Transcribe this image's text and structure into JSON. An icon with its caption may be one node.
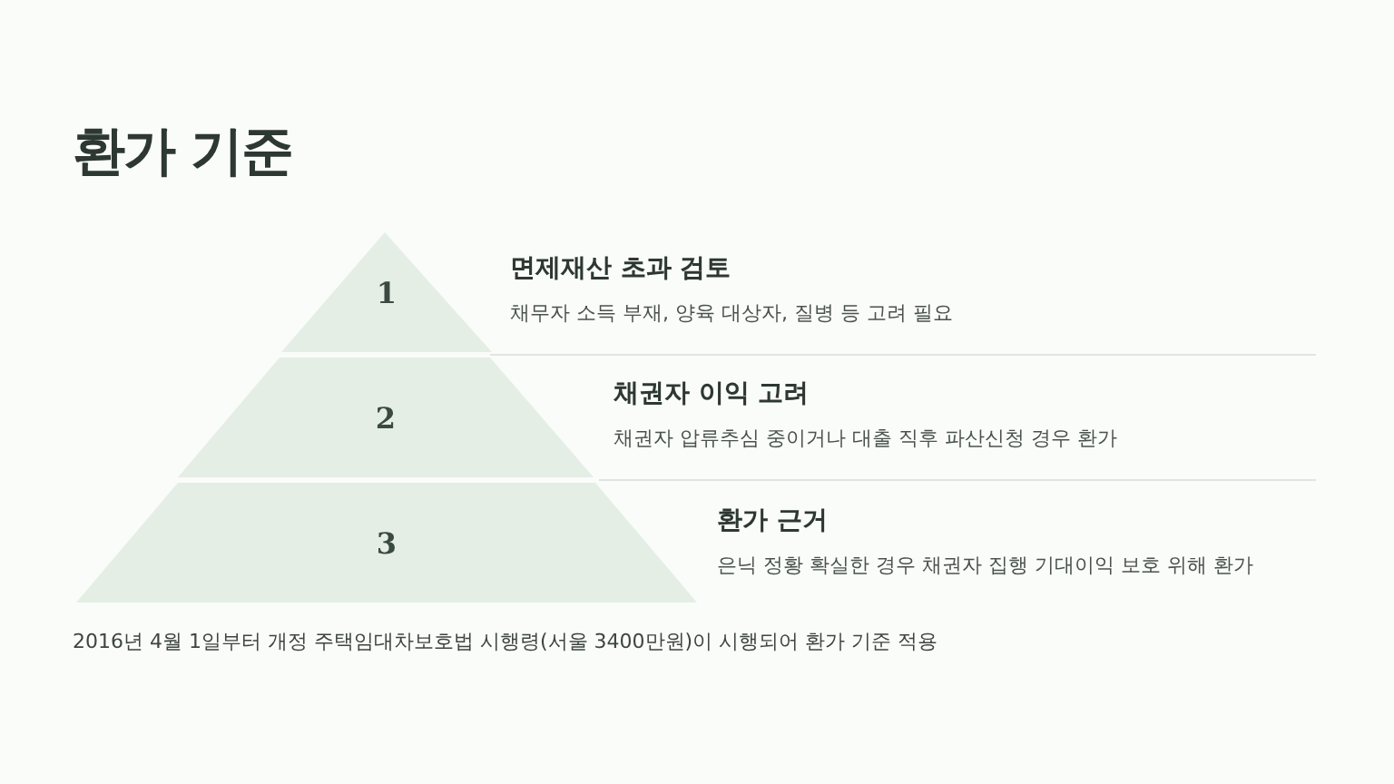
{
  "diagram": {
    "title": "환가 기준",
    "nodes": [
      {
        "text": [
          "1"
        ],
        "beside": [
          "면제재산 초과 검토",
          "채무자 소득 부재, 양육 대상자, 질병 등 고려 필요"
        ]
      },
      {
        "text": [
          "2"
        ],
        "beside": [
          "채권자 이익 고려",
          "채권자 압류추심 중이거나 대출 직후 파산신청 경우 환가"
        ]
      },
      {
        "text": [
          "3"
        ],
        "beside": [
          "환가 근거",
          "은닉 정황 확실한 경우 채권자 집행 기대이익 보호 위해 환가"
        ]
      }
    ],
    "caption": "2016년 4월 1일부터 개정 주택임대차보호법 시행령(서울 3400만원)이 시행되어 환가 기준 적용"
  }
}
